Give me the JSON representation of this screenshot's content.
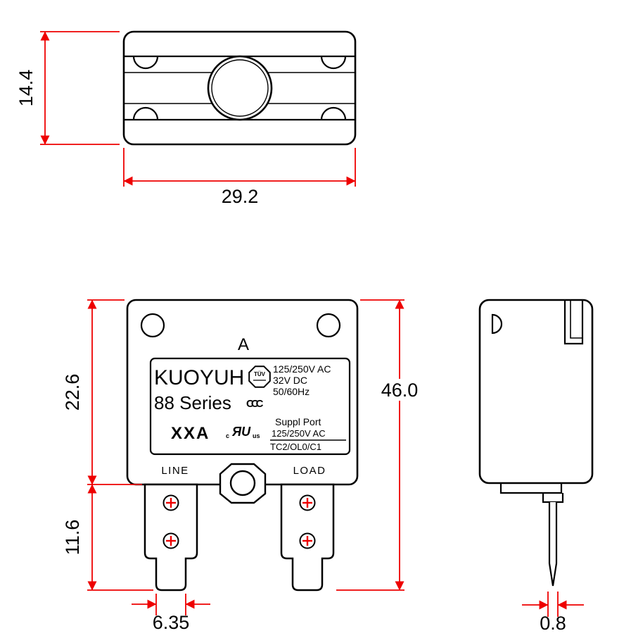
{
  "meta": {
    "title": "KUOYUH 88 Series Circuit Breaker Dimensional Drawing"
  },
  "colors": {
    "outline": "#000000",
    "dimension": "#ee0000",
    "background": "#ffffff"
  },
  "dimensions": {
    "top_view_height_mm": "14.4",
    "top_view_width_mm": "29.2",
    "body_height_mm": "22.6",
    "terminal_length_mm": "11.6",
    "blade_width_mm": "6.35",
    "overall_height_mm": "46.0",
    "blade_thickness_mm": "0.8"
  },
  "front_view": {
    "marker": "A",
    "line_terminal": "LINE",
    "load_terminal": "LOAD",
    "label": {
      "brand": "KUOYUH",
      "series": "88 Series",
      "rating": "XXA",
      "voltage_ac": "125/250V AC",
      "voltage_dc": "32V DC",
      "frequency": "50/60Hz",
      "suppl_title": "Suppl Port",
      "suppl_rating": "125/250V AC",
      "approval_code": "TC2/OL0/C1"
    },
    "logos": {
      "tuv": "TÜV",
      "ccc": "CCC",
      "ul_c": "c",
      "ul": "ЯU",
      "ul_us": "us"
    }
  }
}
